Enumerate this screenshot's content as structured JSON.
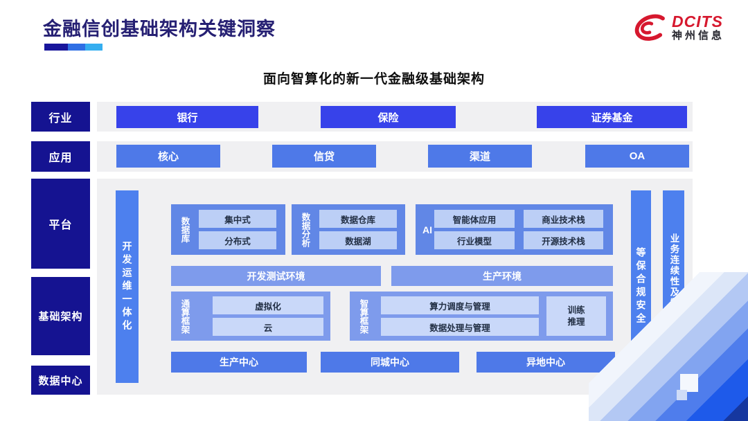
{
  "header": {
    "title": "金融信创基础架构关键洞察",
    "subtitle": "面向智算化的新一代金融级基础架构"
  },
  "logo": {
    "brand": "DCITS",
    "company": "神州信息",
    "icon": "swirl-icon"
  },
  "layers": {
    "industry": {
      "label": "行业",
      "items": [
        "银行",
        "保险",
        "证券基金"
      ]
    },
    "application": {
      "label": "应用",
      "items": [
        "核心",
        "信贷",
        "渠道",
        "OA"
      ]
    },
    "platform": {
      "label": "平台"
    },
    "infrastructure": {
      "label": "基础架构"
    },
    "datacenter": {
      "label": "数据中心",
      "items": [
        "生产中心",
        "同城中心",
        "异地中心"
      ]
    }
  },
  "diagram": {
    "devops_bar": "开发运维一体化",
    "security_bar": "等保合规安全",
    "continuity_bar": "业务连续性及数据保护",
    "database": {
      "label": "数据库",
      "items": [
        "集中式",
        "分布式"
      ]
    },
    "analytics": {
      "label": "数据分析",
      "items": [
        "数据仓库",
        "数据湖"
      ]
    },
    "ai": {
      "label": "AI",
      "items": [
        "智能体应用",
        "商业技术栈",
        "行业模型",
        "开源技术栈"
      ]
    },
    "devtest_env": "开发测试环境",
    "prod_env": "生产环境",
    "general_framework": {
      "label": "通算框架",
      "items": [
        "虚拟化",
        "云"
      ]
    },
    "intelligent_framework": {
      "label": "智算框架",
      "items": [
        "算力调度与管理",
        "数据处理与管理"
      ],
      "side_box": "训练\n推理"
    }
  },
  "colors": {
    "navy_label": "#151391",
    "title_text": "#262073",
    "industry_button": "#3742ea",
    "app_button": "#4e79e8",
    "tall_bar": "#4d80ee",
    "group_box": "#6187e6",
    "env_bar": "#7e9bec",
    "chip_light": "#bccff6",
    "chip_lighter": "#c9d8f9",
    "track_gray": "#f0f0f2",
    "brand_red": "#d6182e",
    "accent_segments": [
      "#18159b",
      "#2f6fe4",
      "#35aef0"
    ]
  }
}
